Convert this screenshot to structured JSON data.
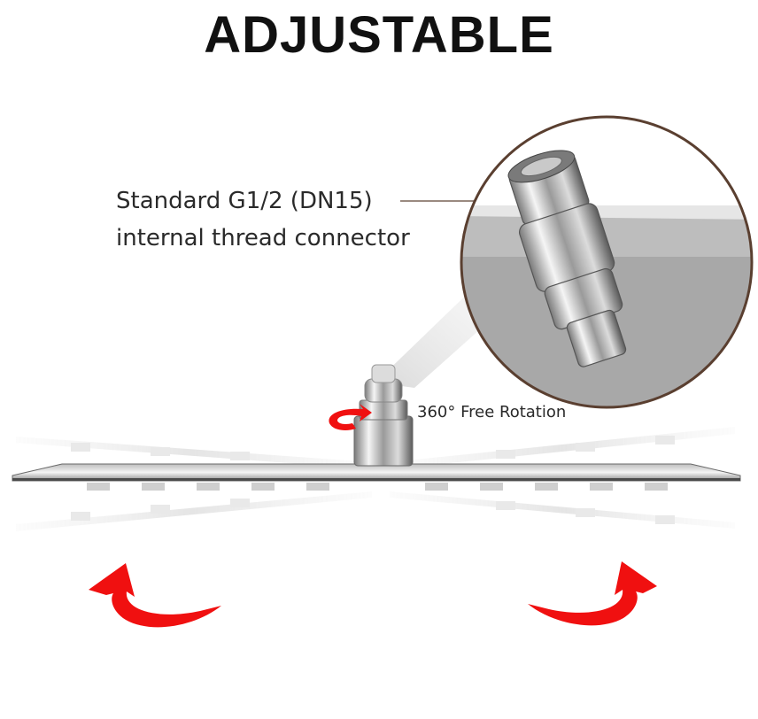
{
  "headline": "ADJUSTABLE",
  "callout": {
    "line1": "Standard G1/2 (DN15)",
    "line2": "internal thread connector"
  },
  "rotation_label": "360° Free Rotation",
  "colors": {
    "headline": "#111111",
    "text": "#2a2a2a",
    "arrow_red": "#f01010",
    "chrome_light": "#f2f2f2",
    "chrome_dark": "#5a5a5a",
    "inset_border": "#5a3f30"
  }
}
